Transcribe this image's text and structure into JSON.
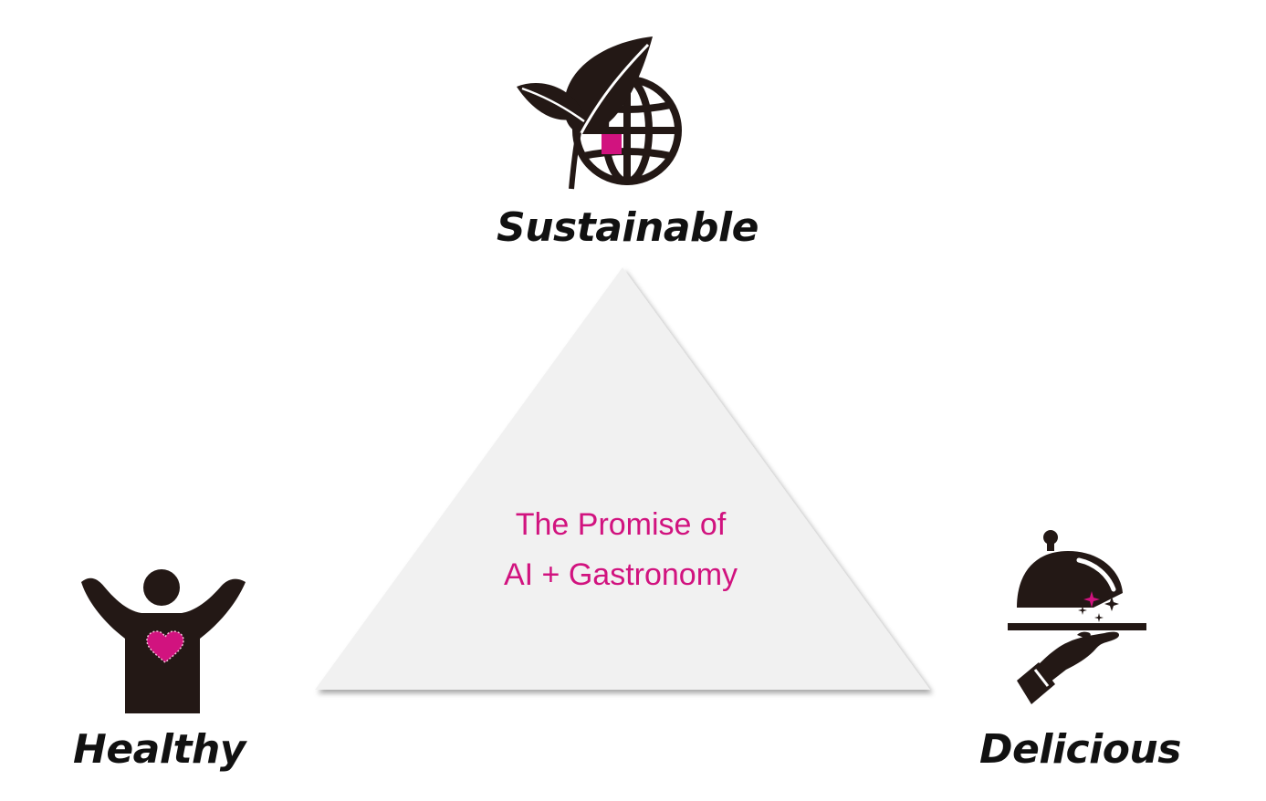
{
  "colors": {
    "accent": "#d1137f",
    "ink": "#231815",
    "triangle_fill": "#f1f1f1"
  },
  "nodes": {
    "top": {
      "label": "Sustainable",
      "icon": "leaf-globe-icon"
    },
    "left": {
      "label": "Healthy",
      "icon": "person-heart-icon"
    },
    "right": {
      "label": "Delicious",
      "icon": "cloche-tray-icon"
    }
  },
  "center": {
    "line1": "The Promise of",
    "line2": "AI + Gastronomy"
  }
}
